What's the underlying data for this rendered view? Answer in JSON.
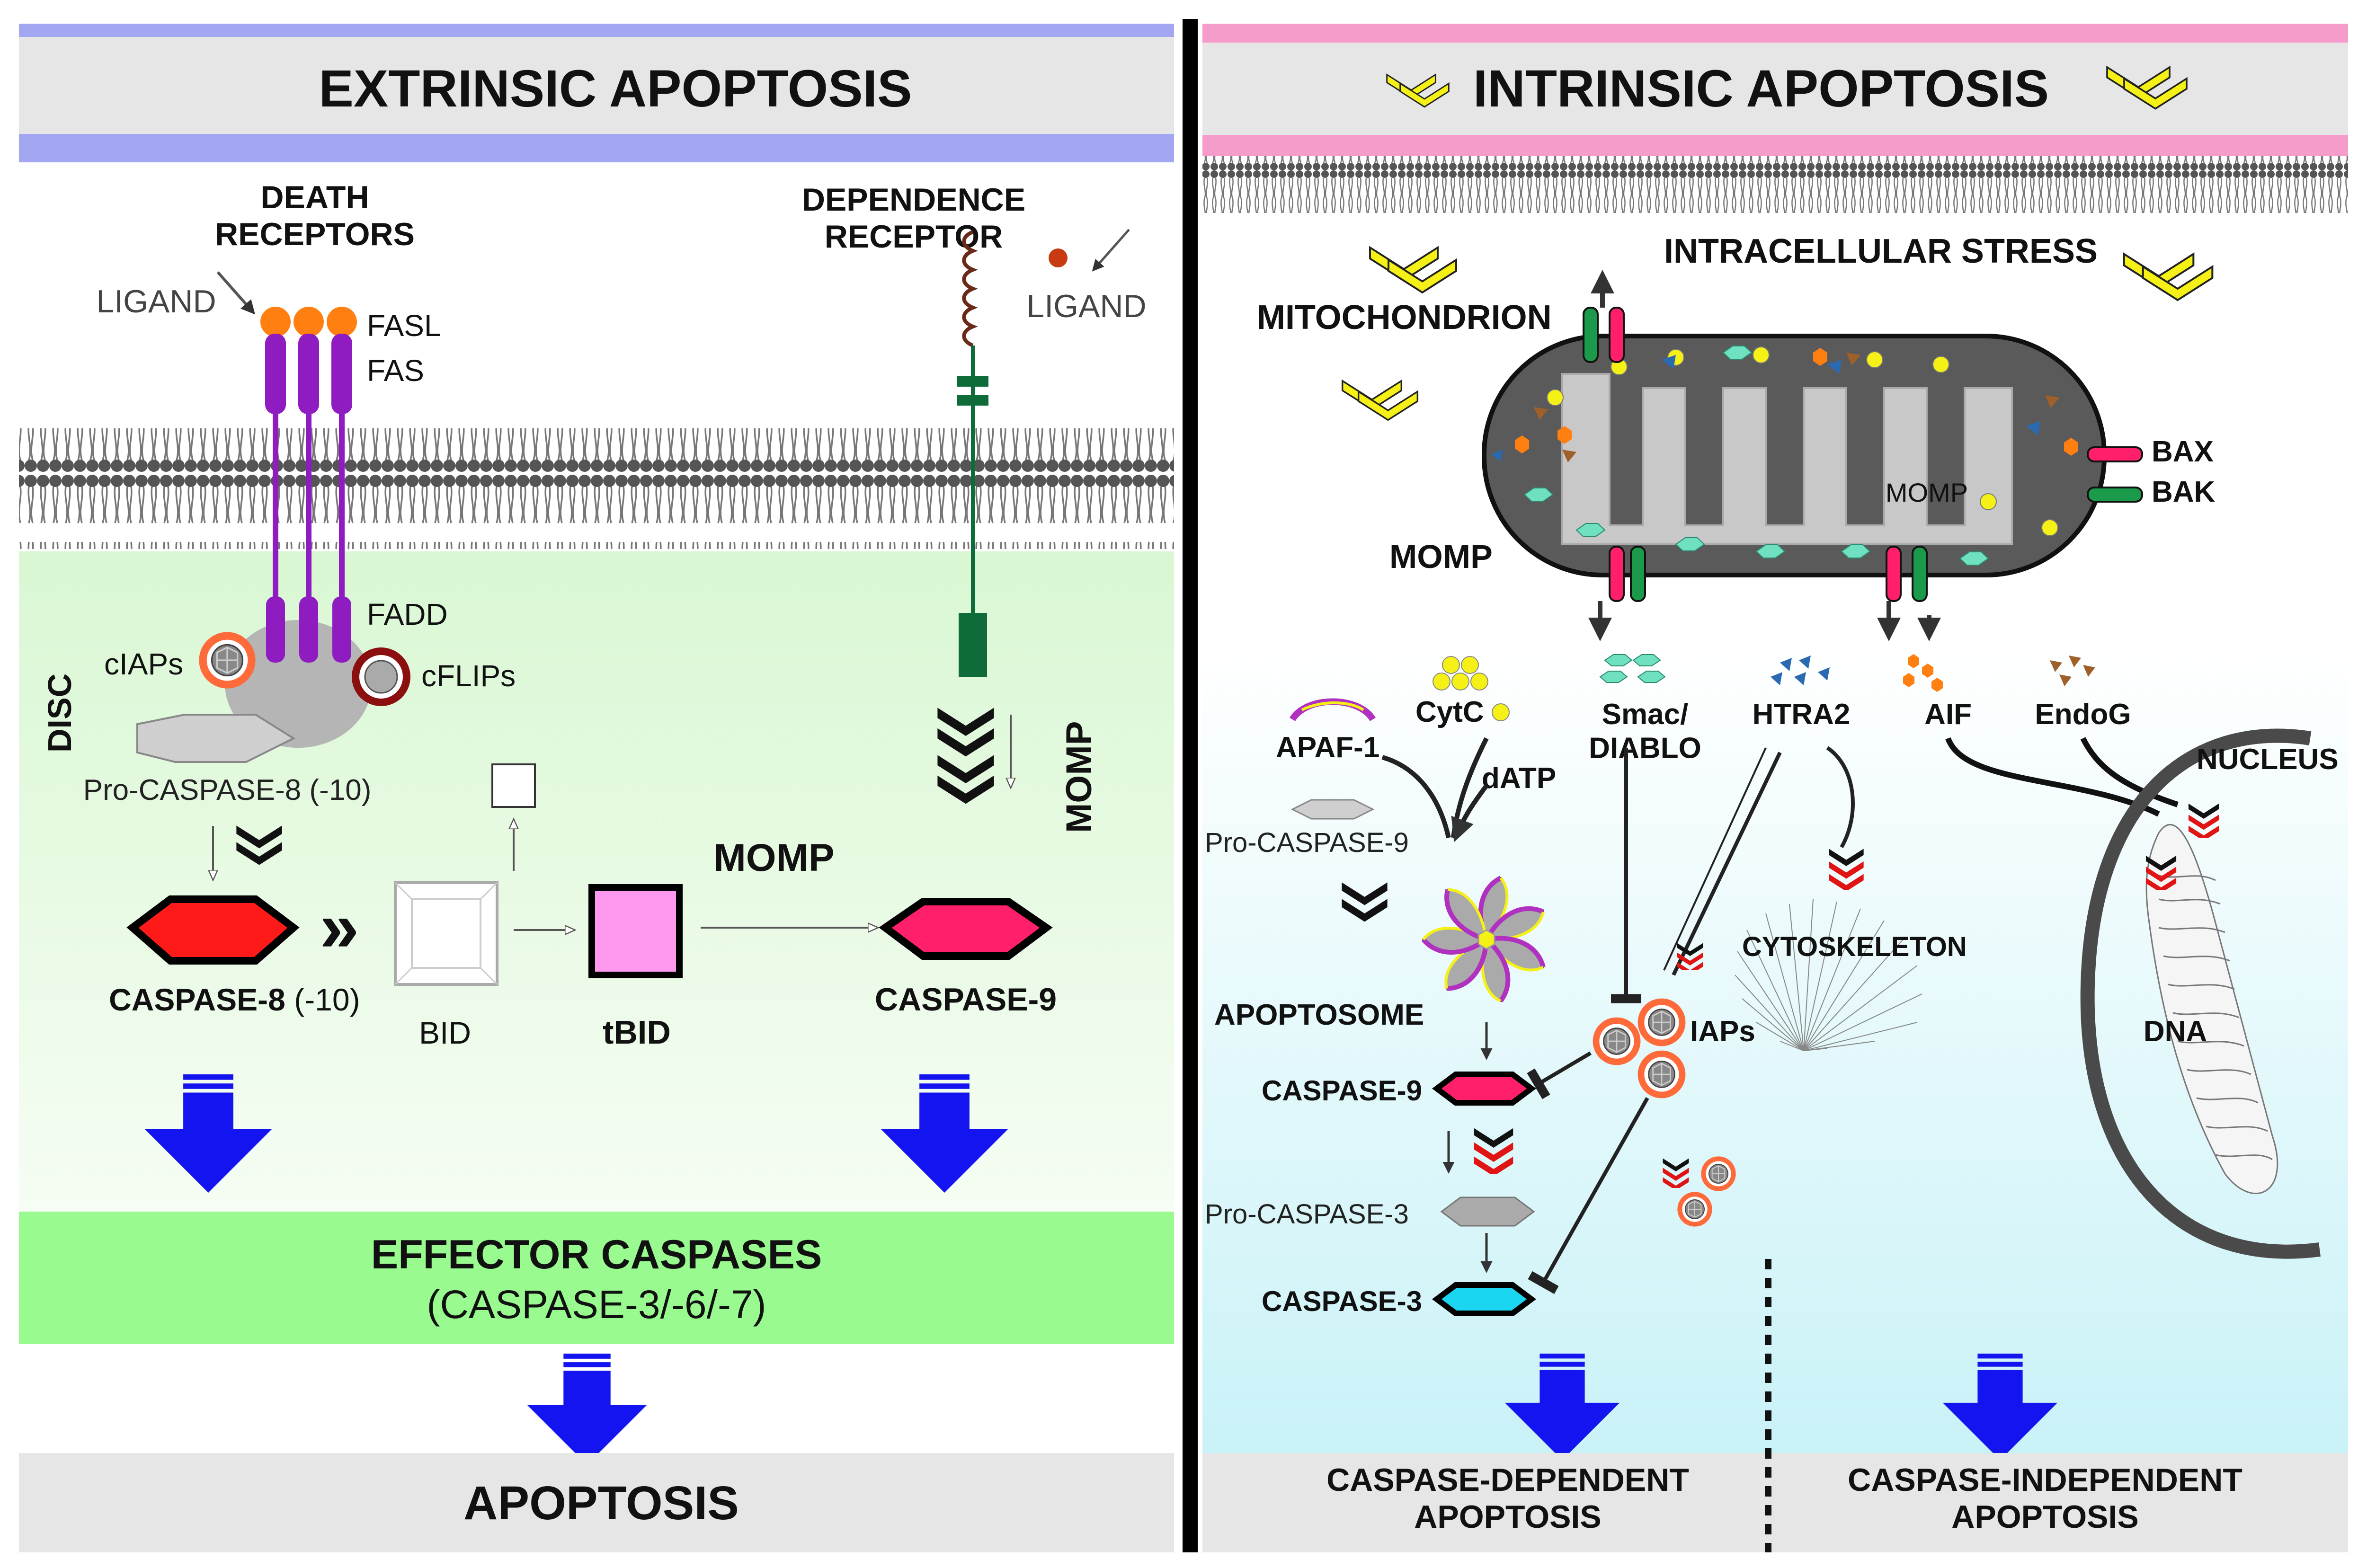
{
  "colors": {
    "extrinsic_band": "#a3a6f0",
    "intrinsic_band": "#f59ccb",
    "header_bg": "#e6e6e6",
    "cytoplasm_green": "#e6f9e0",
    "effector_green": "#99fb8f",
    "cytoplasm_cyan": "#dcf6f8",
    "caspase8": "#ff1a1a",
    "caspase9": "#ff1f6a",
    "caspase3": "#1ad6f0",
    "tbid": "#ff99f0",
    "arrow_blue": "#1414f0",
    "receptor_purple": "#8e1cc0",
    "ligand_orange": "#ff7f10",
    "receptor_green": "#0f6b3a",
    "stress_yellow": "#f5f016"
  },
  "extrinsic": {
    "title": "EXTRINSIC APOPTOSIS",
    "death_receptors": "DEATH\nRECEPTORS",
    "ligand": "LIGAND",
    "fasl": "FASL",
    "fas": "FAS",
    "fadd": "FADD",
    "ciaps": "cIAPs",
    "cflips": "cFLIPs",
    "disc": "DISC",
    "pro_caspase8": "Pro-CASPASE-8 (-10)",
    "caspase8": "CASPASE-8",
    "caspase8_suffix": " (-10)",
    "bid": "BID",
    "tbid": "tBID",
    "momp": "MOMP",
    "caspase9": "CASPASE-9",
    "dependence_receptor": "DEPENDENCE\nRECEPTOR",
    "dep_ligand": "LIGAND",
    "dep_momp": "MOMP",
    "effector_title": "EFFECTOR CASPASES",
    "effector_sub": "(CASPASE-3/-6/-7)",
    "apoptosis": "APOPTOSIS"
  },
  "intrinsic": {
    "title": "INTRINSIC APOPTOSIS",
    "mitochondrion": "MITOCHONDRION",
    "intracellular_stress": "INTRACELLULAR STRESS",
    "bax": "BAX",
    "bak": "BAK",
    "momp_outer": "MOMP",
    "momp_inner": "MOMP",
    "apaf1": "APAF-1",
    "cytc": "CytC",
    "datp": "dATP",
    "smac": "Smac/\nDIABLO",
    "htra2": "HTRA2",
    "aif": "AIF",
    "endog": "EndoG",
    "nucleus": "NUCLEUS",
    "pro_caspase9": "Pro-CASPASE-9",
    "apoptosome": "APOPTOSOME",
    "caspase9": "CASPASE-9",
    "pro_caspase3": "Pro-CASPASE-3",
    "caspase3": "CASPASE-3",
    "iaps": "IAPs",
    "cytoskeleton": "CYTOSKELETON",
    "dna": "DNA",
    "dependent": "CASPASE-DEPENDENT\nAPOPTOSIS",
    "independent": "CASPASE-INDEPENDENT\nAPOPTOSIS"
  }
}
